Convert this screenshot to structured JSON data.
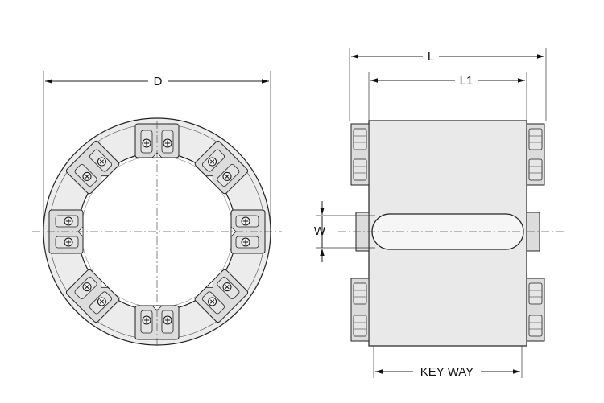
{
  "dimensions": {
    "outer_diameter": "D",
    "overall_length": "L",
    "inner_length": "L1",
    "keyway_width": "W",
    "keyway": "KEY WAY"
  },
  "colors": {
    "line": "#222222",
    "face_fill": "#e8e8e8",
    "body_fill": "#e9e9e9",
    "hub_fill": "#ffffff",
    "lug_fill": "#dcdcdc"
  }
}
